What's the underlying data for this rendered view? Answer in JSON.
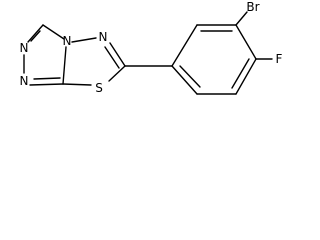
{
  "molecule": {
    "atoms": {
      "n_left": "N",
      "n_bottom": "N",
      "n_bridge": "N",
      "n_upper": "N",
      "s": "S",
      "br": "Br",
      "f": "F"
    },
    "colors": {
      "bond": "#000000",
      "label": "#000000",
      "background": "#ffffff"
    }
  }
}
